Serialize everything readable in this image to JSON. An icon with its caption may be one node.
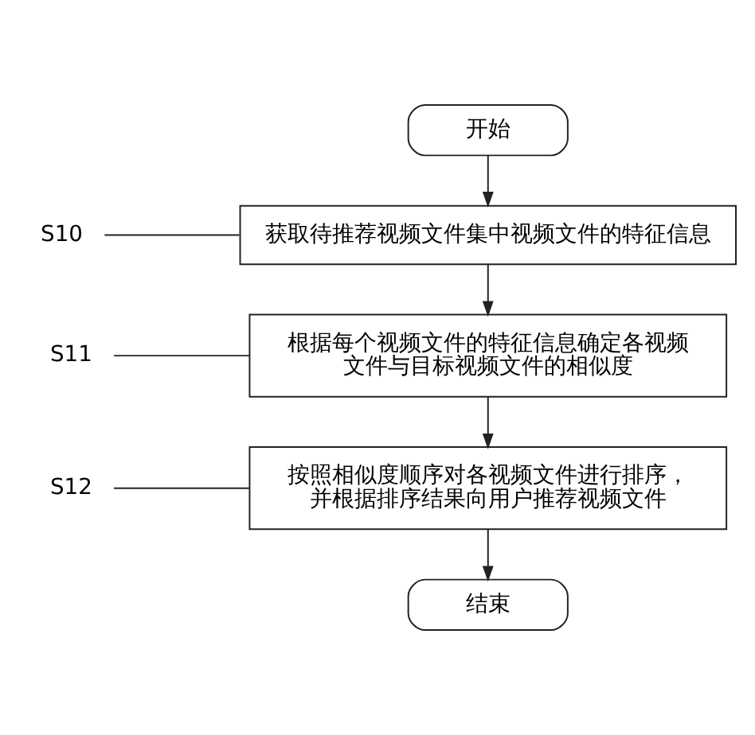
{
  "diagram": {
    "nodes": [
      {
        "text": [
          "开始"
        ]
      },
      {
        "text": [
          "获取待推荐视频文件集中视频文件的特征信息"
        ]
      },
      {
        "text": [
          "S10"
        ]
      },
      {
        "text": [
          "根据每个视频文件的特征信息确定各视频文件与目标视频文件的相似度"
        ]
      },
      {
        "text": [
          "S11"
        ]
      },
      {
        "text": [
          "按照相似度顺序对各视频文件进行排序，并根据排序结果向用户推荐视频文件"
        ]
      },
      {
        "text": [
          "S12"
        ]
      },
      {
        "text": [
          "结束"
        ]
      }
    ],
    "edges": [
      {
        "from": 0,
        "to": 1,
        "arrow": "to"
      },
      {
        "from": 2,
        "to": 1,
        "arrow": "none"
      },
      {
        "from": 1,
        "to": 3,
        "arrow": "to"
      },
      {
        "from": 4,
        "to": 3,
        "arrow": "none"
      },
      {
        "from": 3,
        "to": 5,
        "arrow": "to"
      },
      {
        "from": 6,
        "to": 5,
        "arrow": "none"
      },
      {
        "from": 5,
        "to": 7,
        "arrow": "to"
      }
    ]
  }
}
